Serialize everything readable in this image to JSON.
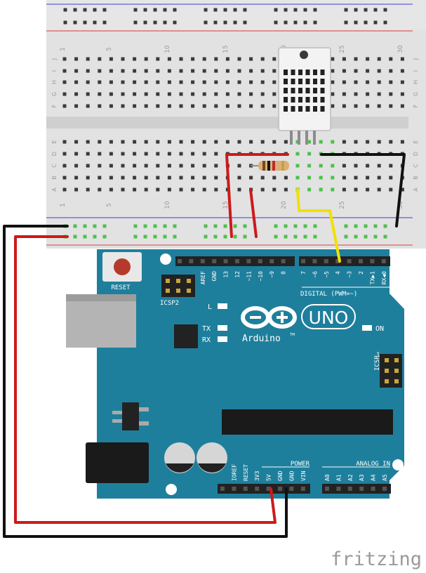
{
  "breadboard": {
    "col_marks": [
      "1",
      "5",
      "10",
      "15",
      "20",
      "25",
      "30"
    ],
    "row_letters_top": [
      "J",
      "I",
      "H",
      "G",
      "F"
    ],
    "row_letters_bottom": [
      "E",
      "D",
      "C",
      "B",
      "A"
    ]
  },
  "arduino": {
    "logo_brand": "Arduino",
    "logo_tm": "TM",
    "model": "UNO",
    "reset_label": "RESET",
    "icsp2_label": "ICSP2",
    "icsp_label": "ICSP",
    "icsp_pin1": "1",
    "led_l": "L",
    "led_tx": "TX",
    "led_rx": "RX",
    "on_label": "ON",
    "digital_label": "DIGITAL (PWM=~)",
    "power_label": "POWER",
    "analog_label": "ANALOG IN",
    "digital_pins": [
      "AREF",
      "GND",
      "13",
      "12",
      "~11",
      "~10",
      "~9",
      "8",
      "7",
      "~6",
      "~5",
      "4",
      "~3",
      "2",
      "TX▶1",
      "RX◀0"
    ],
    "power_pins": [
      "IOREF",
      "RESET",
      "3V3",
      "5V",
      "GND",
      "GND",
      "VIN"
    ],
    "analog_pins": [
      "A0",
      "A1",
      "A2",
      "A3",
      "A4",
      "A5"
    ]
  },
  "footer": {
    "brand": "fritzing"
  },
  "colors": {
    "board": "#1e7f9c",
    "breadboard": "#e2e2e2",
    "wire_red": "#cc1a1a",
    "wire_black": "#111111",
    "wire_yellow": "#f2e000",
    "sensor": "#f2f2f2"
  }
}
